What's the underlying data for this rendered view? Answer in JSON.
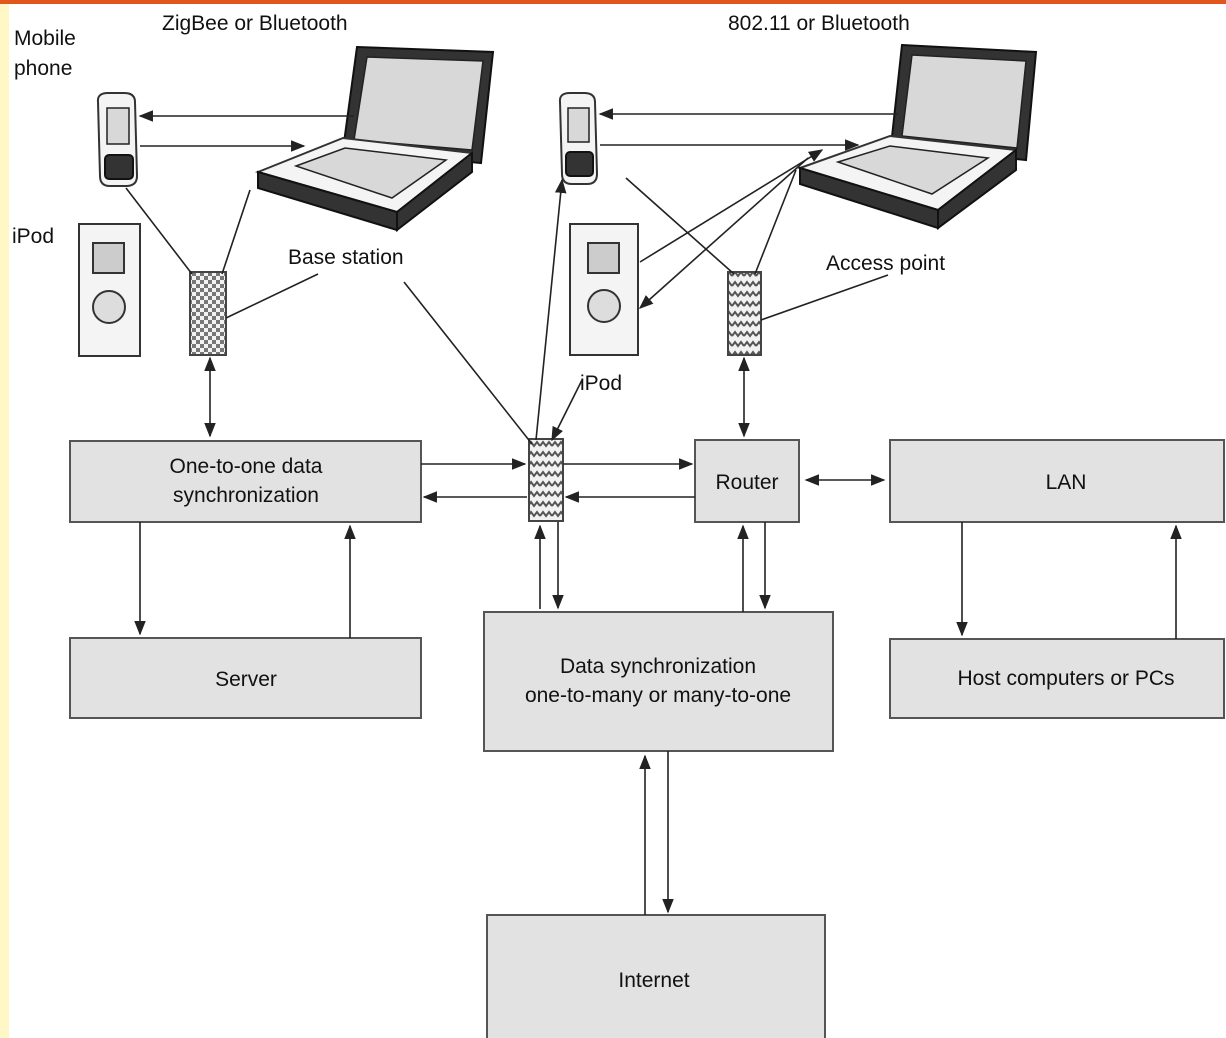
{
  "colors": {
    "top_band": "#e0561c",
    "left_band": "#fff7c6",
    "box_fill": "#e2e2e2",
    "line": "#222222"
  },
  "labels": {
    "mobile_phone_line1": "Mobile",
    "mobile_phone_line2": "phone",
    "zigbee": "ZigBee or Bluetooth",
    "wifi": "802.11 or Bluetooth",
    "ipod_left": "iPod",
    "ipod_right": "iPod",
    "base_station": "Base station",
    "access_point": "Access point"
  },
  "boxes": {
    "one_to_one_line1": "One-to-one data",
    "one_to_one_line2": "synchronization",
    "router": "Router",
    "lan": "LAN",
    "server": "Server",
    "data_sync_line1": "Data synchronization",
    "data_sync_line2": "one-to-many or many-to-one",
    "host_computers": "Host computers or PCs",
    "internet": "Internet"
  },
  "icons": [
    "mobile-phone-icon",
    "laptop-icon",
    "ipod-icon",
    "base-station-icon",
    "access-point-icon"
  ]
}
